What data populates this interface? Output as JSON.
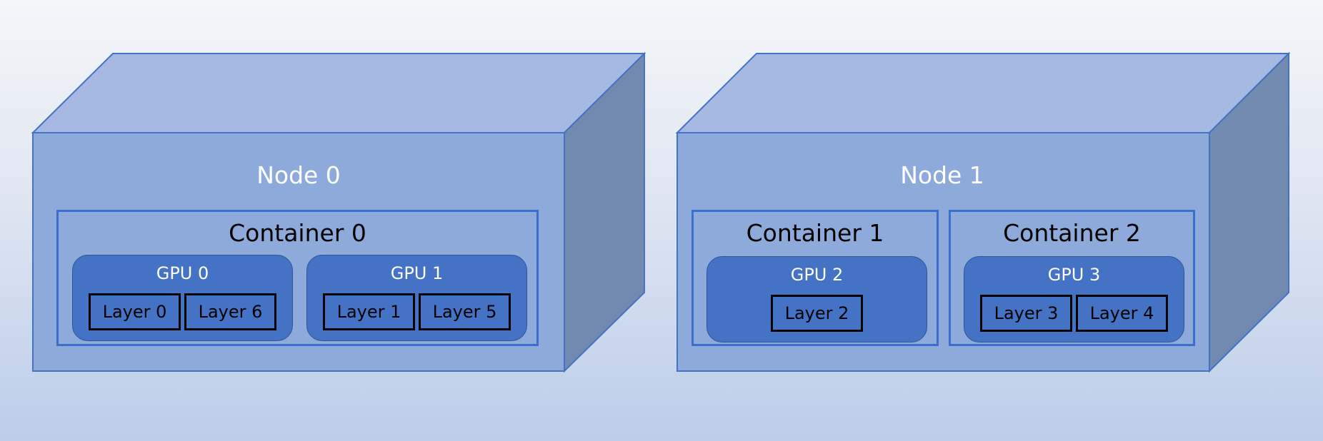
{
  "diagram": {
    "colors": {
      "cube_front": "#8eaadb",
      "cube_top": "#a5b9e3",
      "cube_side": "#7289b0",
      "cube_border": "#4472c4",
      "container_border": "#3c6fcc",
      "gpu_fill": "#4472c4",
      "layer_border": "#000000"
    },
    "nodes": [
      {
        "title": "Node 0",
        "containers": [
          {
            "title": "Container 0",
            "gpus": [
              {
                "title": "GPU 0",
                "layers": [
                  "Layer 0",
                  "Layer 6"
                ]
              },
              {
                "title": "GPU 1",
                "layers": [
                  "Layer 1",
                  "Layer 5"
                ]
              }
            ]
          }
        ]
      },
      {
        "title": "Node 1",
        "containers": [
          {
            "title": "Container 1",
            "gpus": [
              {
                "title": "GPU 2",
                "layers": [
                  "Layer 2"
                ]
              }
            ]
          },
          {
            "title": "Container 2",
            "gpus": [
              {
                "title": "GPU 3",
                "layers": [
                  "Layer 3",
                  "Layer 4"
                ]
              }
            ]
          }
        ]
      }
    ]
  }
}
